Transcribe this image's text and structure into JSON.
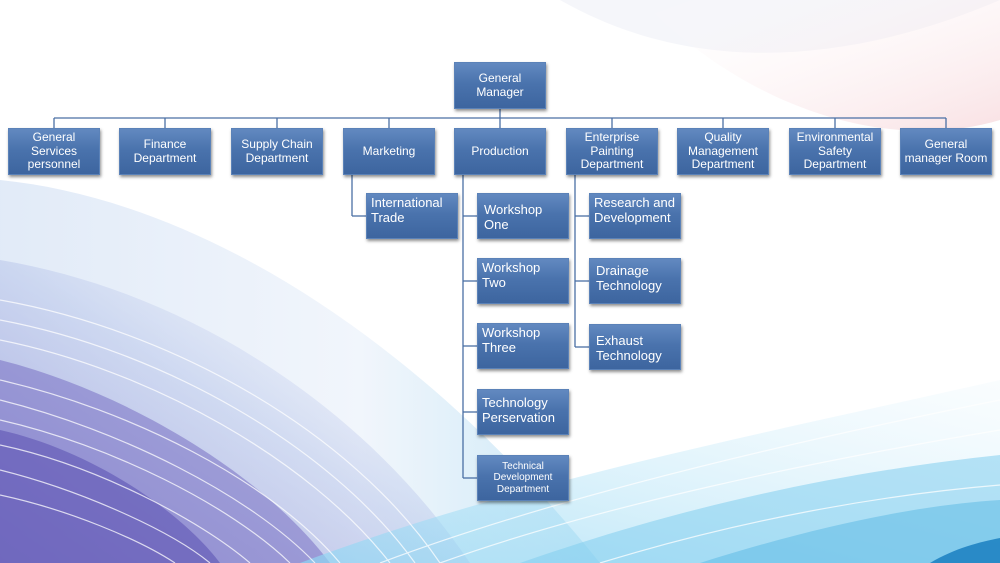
{
  "chart": {
    "root": "General Manager",
    "top_level": [
      "General Services personnel",
      "Finance Department",
      "Supply Chain Department",
      "Marketing",
      "Production",
      "Enterprise Painting Department",
      "Quality Management Department",
      "Environmental Safety Department",
      "General manager Room"
    ],
    "marketing_children": [
      "International Trade"
    ],
    "production_children": [
      "Workshop One",
      "Workshop Two",
      "Workshop Three",
      "Technology Perservation",
      "Technical Development Department"
    ],
    "painting_children": [
      "Research and Development",
      "Drainage Technology",
      "Exhaust Technology"
    ]
  },
  "colors": {
    "box_fill": "#4a73ad",
    "box_text": "#ffffff",
    "connector": "#4a6fa5"
  }
}
